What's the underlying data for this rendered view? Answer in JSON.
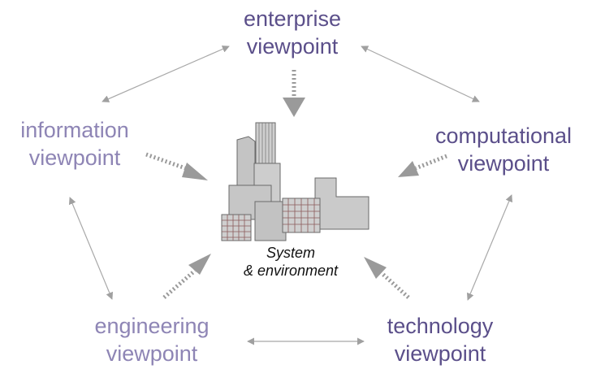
{
  "viewpoints": {
    "enterprise": {
      "line1": "enterprise",
      "line2": "viewpoint"
    },
    "information": {
      "line1": "information",
      "line2": "viewpoint"
    },
    "computational": {
      "line1": "computational",
      "line2": "viewpoint"
    },
    "engineering": {
      "line1": "engineering",
      "line2": "viewpoint"
    },
    "technology": {
      "line1": "technology",
      "line2": "viewpoint"
    }
  },
  "center": {
    "line1": "System",
    "line2": "& environment"
  },
  "colors": {
    "viewpoint_dark": "#5b4f8a",
    "viewpoint_light": "#8e85b5",
    "arrow_gray": "#a0a0a0",
    "building_fill": "#c8c8c8",
    "building_stroke": "#6a6a6a",
    "grid_stroke": "#8a5a5a"
  }
}
